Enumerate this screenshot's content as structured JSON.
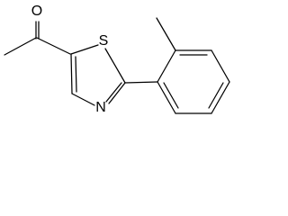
{
  "molecule": {
    "atoms": {
      "oxygen": "O",
      "sulfur": "S",
      "nitrogen": "N"
    }
  },
  "colors": {
    "ink": "#000000",
    "background": "#ffffff"
  }
}
